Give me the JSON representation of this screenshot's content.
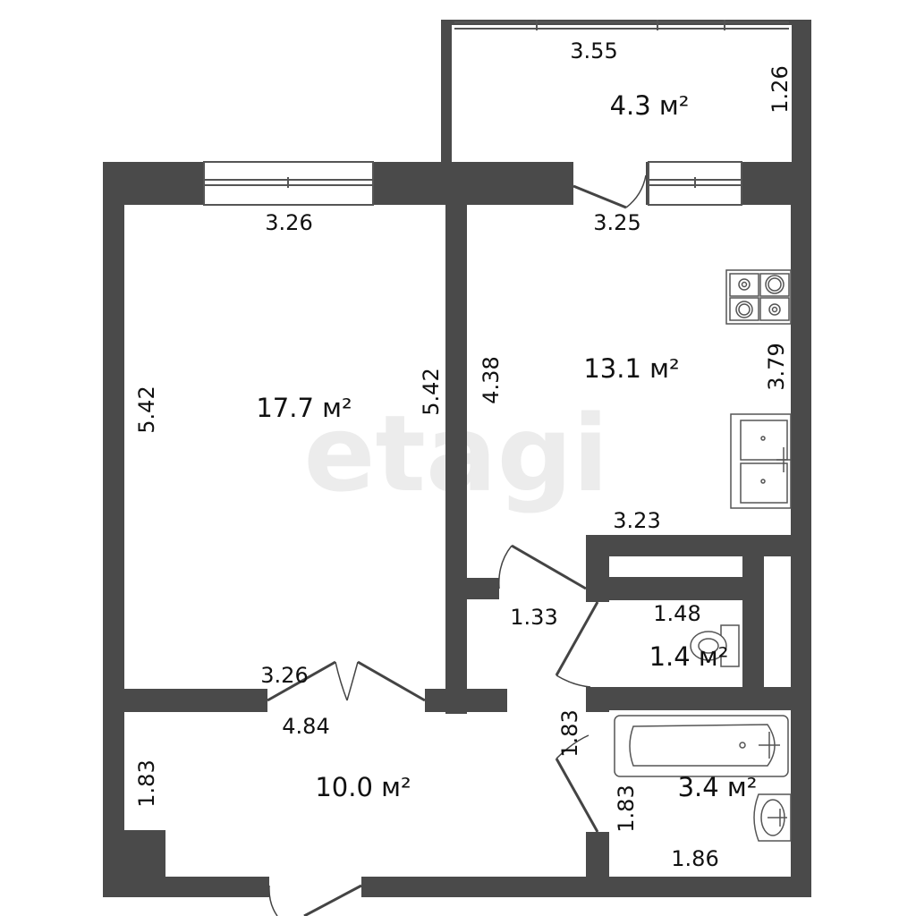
{
  "watermark": "etagi",
  "rooms": [
    {
      "id": "balcony",
      "area": "4.3 м²"
    },
    {
      "id": "living-room",
      "area": "17.7 м²"
    },
    {
      "id": "kitchen",
      "area": "13.1 м²"
    },
    {
      "id": "hallway",
      "area": "10.0 м²"
    },
    {
      "id": "toilet",
      "area": "1.4 м²"
    },
    {
      "id": "bathroom",
      "area": "3.4 м²"
    }
  ],
  "dimensions": {
    "balcony_width": "3.55",
    "balcony_depth": "1.26",
    "living_top": "3.26",
    "living_left": "5.42",
    "living_right": "5.42",
    "living_bottom": "3.26",
    "kitchen_top": "3.25",
    "kitchen_left": "4.38",
    "kitchen_right": "3.79",
    "kitchen_bottom": "3.23",
    "corridor": "1.33",
    "toilet_width": "1.48",
    "hall_length": "4.84",
    "hall_left": "1.83",
    "hall_right": "1.83",
    "bath_left": "1.83",
    "bath_bottom": "1.86"
  },
  "colors": {
    "wall": "#4a4a4a",
    "fixture": "#555555",
    "watermark": "#ececec"
  }
}
